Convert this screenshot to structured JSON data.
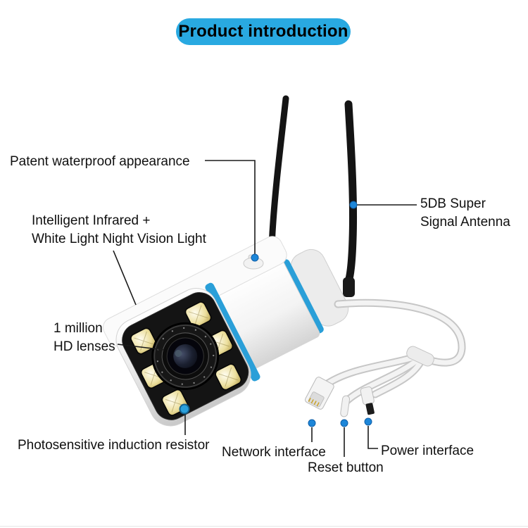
{
  "title": "Product introduction",
  "colors": {
    "banner_blue": "#29a9e1",
    "accent_blue": "#2a9fd8",
    "dot_blue": "#1d86d8"
  },
  "callouts": {
    "patent": {
      "label": "Patent waterproof appearance"
    },
    "infrared": {
      "line1": "Intelligent Infrared +",
      "line2": "White Light Night Vision Light"
    },
    "antenna": {
      "line1": "5DB Super",
      "line2": "Signal Antenna"
    },
    "lens": {
      "line1": "1 million",
      "line2": "HD lenses"
    },
    "photosensitive": {
      "label": "Photosensitive induction resistor"
    },
    "network": {
      "label": "Network interface"
    },
    "reset": {
      "label": "Reset button"
    },
    "power": {
      "label": "Power interface"
    }
  }
}
